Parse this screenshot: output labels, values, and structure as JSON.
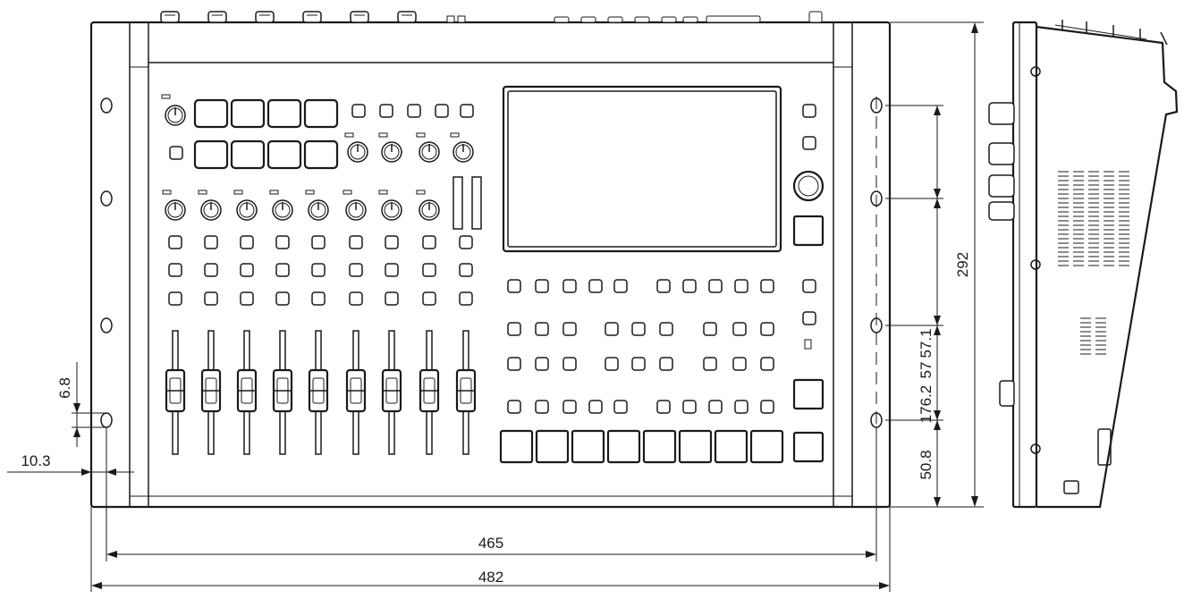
{
  "diagram": {
    "dimensions": {
      "total_width": "482",
      "hole_spacing_width": "465",
      "height": "292",
      "hole_offset_horizontal": "10.3",
      "hole_slot_height": "6.8",
      "hole_pitch_lower": "50.8",
      "hole_pitch_middle": "57",
      "hole_pitch_upper": "176.2",
      "hole_pitch_top": "57.1"
    },
    "colors": {
      "line": "#1a1a1a",
      "background": "#ffffff"
    }
  }
}
